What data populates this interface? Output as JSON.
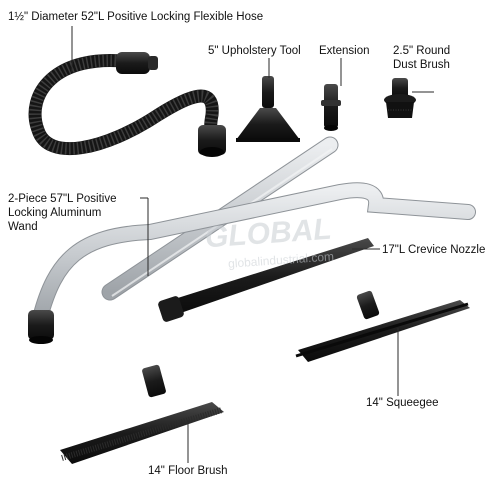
{
  "labels": {
    "hose": "1½\" Diameter 52\"L Positive Locking Flexible Hose",
    "upholstery_tool": "5\" Upholstery Tool",
    "extension": "Extension",
    "dust_brush": "2.5\" Round\nDust Brush",
    "wand": "2-Piece 57\"L Positive\nLocking Aluminum\nWand",
    "crevice_nozzle": "17\"L Crevice Nozzle",
    "squeegee": "14\" Squeegee",
    "floor_brush": "14\" Floor Brush"
  },
  "watermark": {
    "brand": "GLOBAL",
    "url": "globalindustrial.com"
  },
  "colors": {
    "accessory": "#1b1b1b",
    "aluminum": "#c7cbcf",
    "leader_line": "#2a2a2a",
    "background": "#ffffff"
  }
}
